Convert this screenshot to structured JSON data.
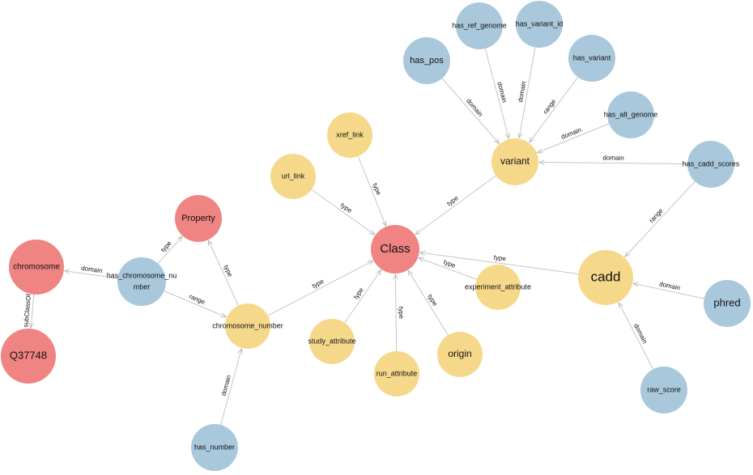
{
  "colors": {
    "red": "#ef8482",
    "yellow": "#f6d88a",
    "blue": "#a9c8dc",
    "edge": "#c6c6c6"
  },
  "nodes": [
    {
      "id": "class",
      "label": "Class",
      "color": "red"
    },
    {
      "id": "property",
      "label": "Property",
      "color": "red"
    },
    {
      "id": "chromosome",
      "label": "chromosome",
      "color": "red"
    },
    {
      "id": "q37748",
      "label": "Q37748",
      "color": "red"
    },
    {
      "id": "variant",
      "label": "variant",
      "color": "yellow"
    },
    {
      "id": "cadd",
      "label": "cadd",
      "color": "yellow"
    },
    {
      "id": "xref_link",
      "label": "xref_link",
      "color": "yellow"
    },
    {
      "id": "url_link",
      "label": "url_link",
      "color": "yellow"
    },
    {
      "id": "chromosome_number",
      "label": "chromosome_number",
      "color": "yellow"
    },
    {
      "id": "study_attribute",
      "label": "study_attribute",
      "color": "yellow"
    },
    {
      "id": "run_attribute",
      "label": "run_attribute",
      "color": "yellow"
    },
    {
      "id": "origin",
      "label": "origin",
      "color": "yellow"
    },
    {
      "id": "experiment_attribute",
      "label": "experiment_attribute",
      "color": "yellow"
    },
    {
      "id": "has_chromosome_number",
      "label": "has_chromosome_nu",
      "label2": "mber",
      "color": "blue"
    },
    {
      "id": "has_pos",
      "label": "has_pos",
      "color": "blue"
    },
    {
      "id": "has_ref_genome",
      "label": "has_ref_genome",
      "color": "blue"
    },
    {
      "id": "has_variant_id",
      "label": "has_variant_id",
      "color": "blue"
    },
    {
      "id": "has_variant",
      "label": "has_variant",
      "color": "blue"
    },
    {
      "id": "has_alt_genome",
      "label": "has_alt_genome",
      "color": "blue"
    },
    {
      "id": "has_cadd_scores",
      "label": "has_cadd_scores",
      "color": "blue"
    },
    {
      "id": "phred",
      "label": "phred",
      "color": "blue"
    },
    {
      "id": "raw_score",
      "label": "raw_score",
      "color": "blue"
    },
    {
      "id": "has_number",
      "label": "has_number",
      "color": "blue"
    }
  ],
  "edges": [
    {
      "from": "has_pos",
      "to": "variant",
      "label": "domain"
    },
    {
      "from": "has_ref_genome",
      "to": "variant",
      "label": "domain"
    },
    {
      "from": "has_variant_id",
      "to": "variant",
      "label": "domain"
    },
    {
      "from": "has_variant",
      "to": "variant",
      "label": "range"
    },
    {
      "from": "has_alt_genome",
      "to": "variant",
      "label": "domain"
    },
    {
      "from": "has_cadd_scores",
      "to": "variant",
      "label": "domain"
    },
    {
      "from": "has_cadd_scores",
      "to": "cadd",
      "label": "range"
    },
    {
      "from": "variant",
      "to": "class",
      "label": "type"
    },
    {
      "from": "xref_link",
      "to": "class",
      "label": "type"
    },
    {
      "from": "url_link",
      "to": "class",
      "label": "type"
    },
    {
      "from": "chromosome_number",
      "to": "class",
      "label": "type"
    },
    {
      "from": "study_attribute",
      "to": "class",
      "label": "type"
    },
    {
      "from": "run_attribute",
      "to": "class",
      "label": "type"
    },
    {
      "from": "origin",
      "to": "class",
      "label": "type"
    },
    {
      "from": "experiment_attribute",
      "to": "class",
      "label": "type"
    },
    {
      "from": "cadd",
      "to": "class",
      "label": "type"
    },
    {
      "from": "phred",
      "to": "cadd",
      "label": "domain"
    },
    {
      "from": "raw_score",
      "to": "cadd",
      "label": "domain"
    },
    {
      "from": "has_chromosome_number",
      "to": "property",
      "label": "type"
    },
    {
      "from": "has_chromosome_number",
      "to": "chromosome",
      "label": "domain"
    },
    {
      "from": "has_chromosome_number",
      "to": "chromosome_number",
      "label": "range"
    },
    {
      "from": "chromosome_number",
      "to": "property",
      "label": "type"
    },
    {
      "from": "has_number",
      "to": "chromosome_number",
      "label": "domain"
    },
    {
      "from": "chromosome",
      "to": "q37748",
      "label": "subClassOf"
    }
  ]
}
